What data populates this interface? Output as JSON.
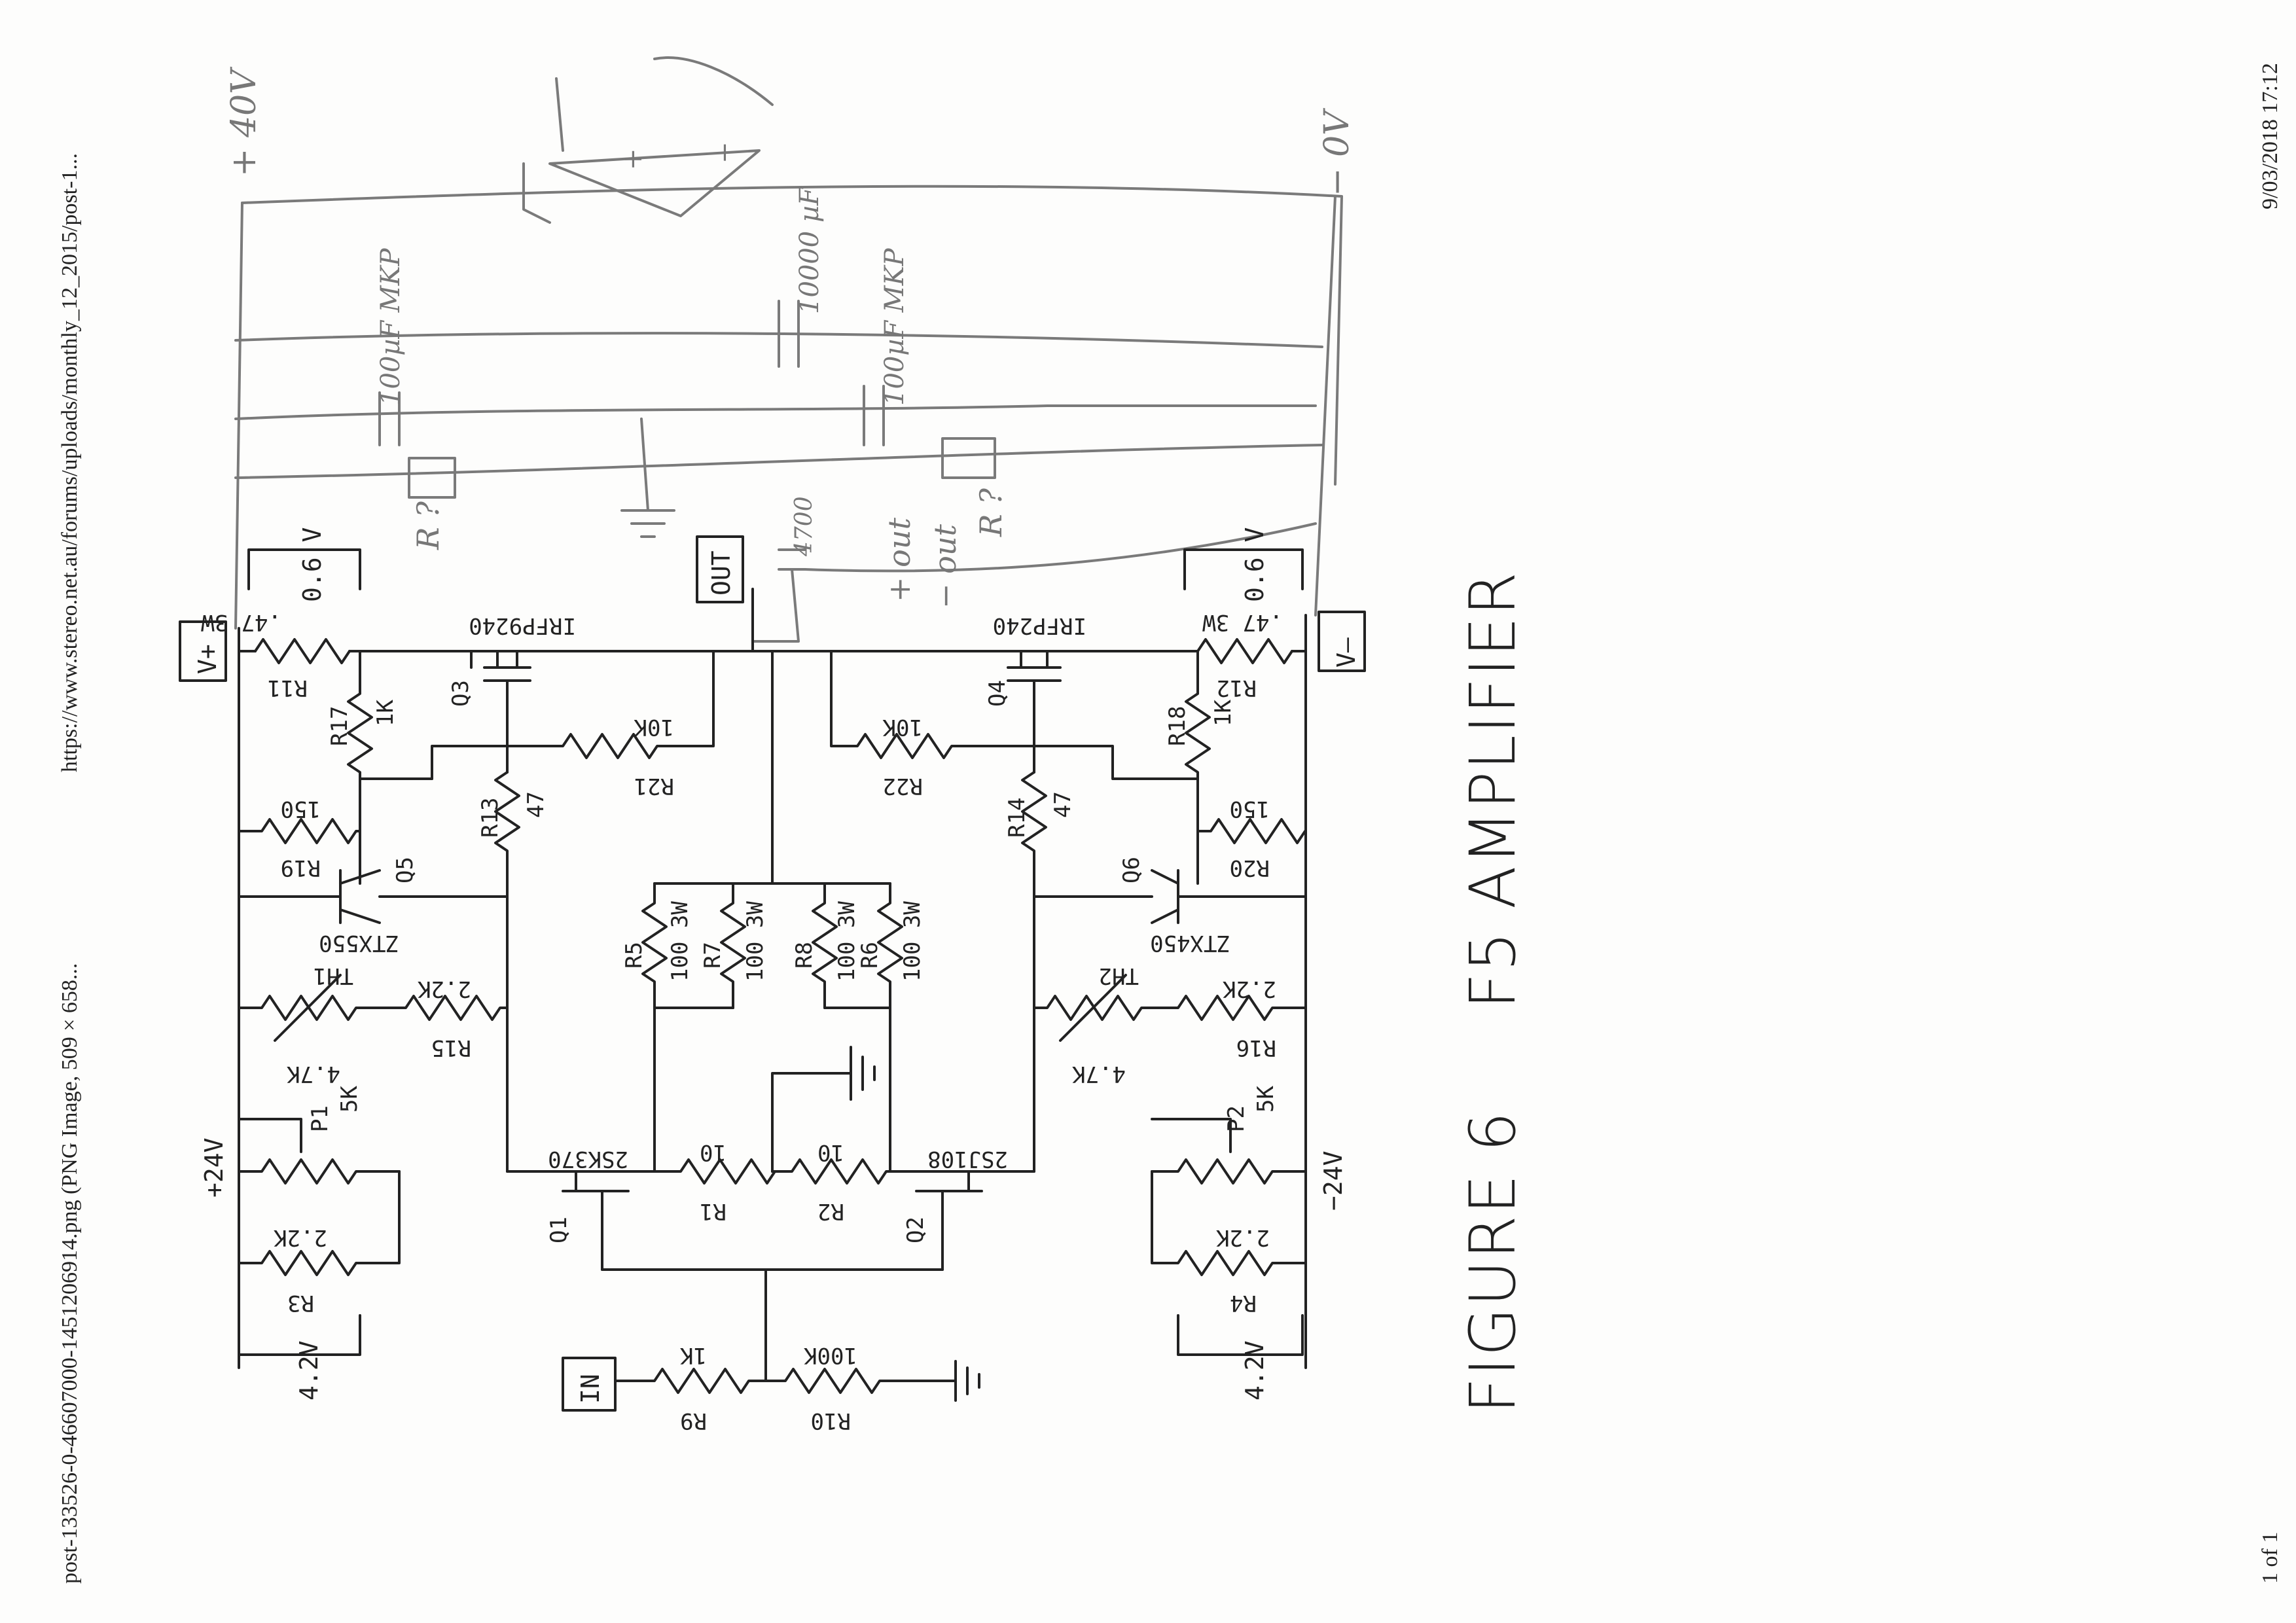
{
  "print_header": {
    "left": "post-133526-0-46607000-1451206914.png (PNG Image, 509 × 658...",
    "url": "https://www.stereo.net.au/forums/uploads/monthly_12_2015/post-1...",
    "datetime": "9/03/2018 17:12",
    "page_count": "1 of 1"
  },
  "figure": {
    "number": "FIGURE 6",
    "title": "F5 AMPLIFIER"
  },
  "terminals": {
    "vplus": "V+",
    "vminus": "V–",
    "out": "OUT",
    "in": "IN",
    "plus24": "+24V",
    "minus24": "−24V"
  },
  "components": {
    "r11": {
      "name": "R11",
      "value": ".47 3W"
    },
    "r12": {
      "name": "R12",
      "value": ".47 3W"
    },
    "r17": {
      "name": "R17",
      "value": "1K"
    },
    "r18": {
      "name": "R18",
      "value": "1K"
    },
    "r21": {
      "name": "R21",
      "value": "10K"
    },
    "r22": {
      "name": "R22",
      "value": "10K"
    },
    "r13": {
      "name": "R13",
      "value": "47"
    },
    "r14": {
      "name": "R14",
      "value": "47"
    },
    "r19": {
      "name": "R19",
      "value": "150"
    },
    "r20": {
      "name": "R20",
      "value": "150"
    },
    "r15": {
      "name": "R15",
      "value": "2.2K"
    },
    "r16": {
      "name": "R16",
      "value": "2.2K"
    },
    "th1": {
      "name": "TH1",
      "value": "4.7K"
    },
    "th2": {
      "name": "TH2",
      "value": "4.7K"
    },
    "p1": {
      "name": "P1",
      "value": "5K"
    },
    "p2": {
      "name": "P2",
      "value": "5K"
    },
    "r3": {
      "name": "R3",
      "value": "2.2K"
    },
    "r4": {
      "name": "R4",
      "value": "2.2K"
    },
    "r5": {
      "name": "R5",
      "value": "100 3W"
    },
    "r7": {
      "name": "R7",
      "value": "100 3W"
    },
    "r8": {
      "name": "R8",
      "value": "100 3W"
    },
    "r6": {
      "name": "R6",
      "value": "100 3W"
    },
    "r1": {
      "name": "R1",
      "value": "10"
    },
    "r2": {
      "name": "R2",
      "value": "10"
    },
    "r9": {
      "name": "R9",
      "value": "1K"
    },
    "r10": {
      "name": "R10",
      "value": "100K"
    },
    "q1": {
      "name": "Q1",
      "part": "2SK370"
    },
    "q2": {
      "name": "Q2",
      "part": "2SJ108"
    },
    "q3": {
      "name": "Q3",
      "part": "IRFP9240"
    },
    "q4": {
      "name": "Q4",
      "part": "IRFP240"
    },
    "q5": {
      "name": "Q5",
      "part": "ZTX550"
    },
    "q6": {
      "name": "Q6",
      "part": "ZTX450"
    }
  },
  "measurements": {
    "top_left": "0.6 V",
    "top_right": "0.6 V",
    "bottom_left": "4.2V",
    "bottom_right": "4.2V"
  },
  "handwritten": {
    "plus40": "+ 40V",
    "zero_v": "− 0V",
    "cap1": "100µF MKP",
    "cap2": "10000 µF",
    "cap3": "100µF MKP",
    "cap_out": "4700",
    "out_plus": "+ out",
    "out_minus": "− out",
    "r_left": "R ?",
    "r_right": "R ?",
    "opamp_plus": "+",
    "opamp_minus": "−"
  }
}
